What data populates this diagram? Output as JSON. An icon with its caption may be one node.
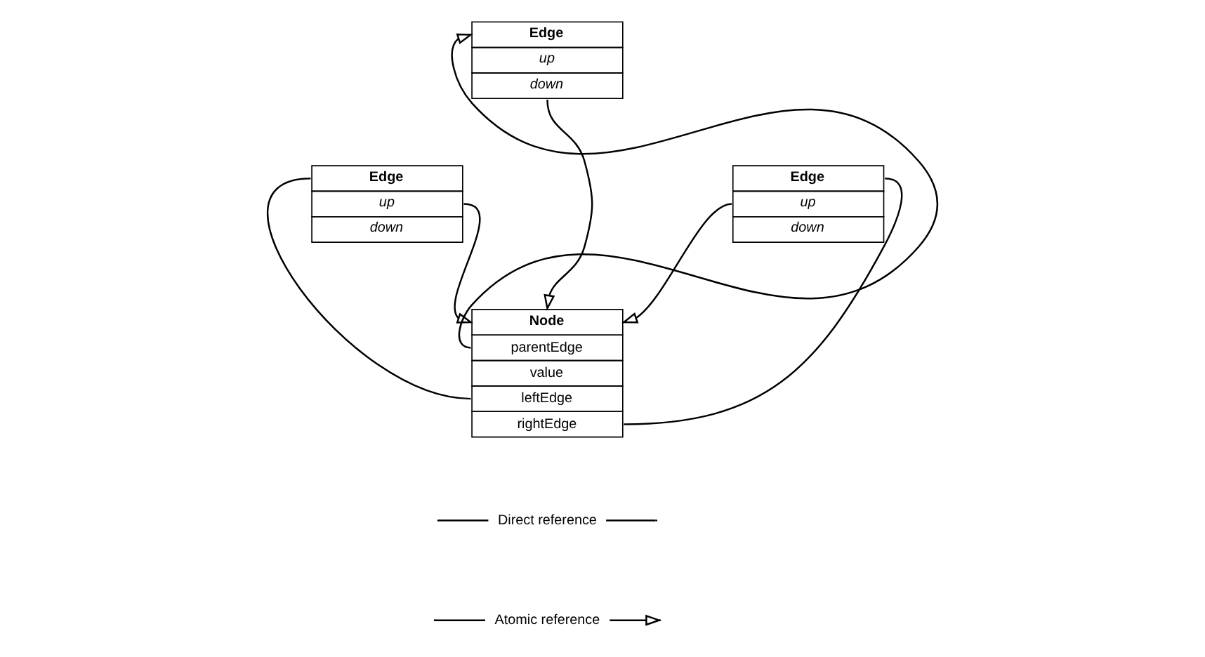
{
  "diagram": {
    "nodes": [
      {
        "text": [
          "Edge",
          "up",
          "down"
        ]
      },
      {
        "text": [
          "Edge",
          "up",
          "down"
        ]
      },
      {
        "text": [
          "Node",
          "parentEdge",
          "value",
          "leftEdge",
          "rightEdge"
        ]
      },
      {
        "text": [
          "Edge",
          "up",
          "down"
        ]
      }
    ],
    "edges": [
      {
        "from": 0,
        "to": 2,
        "arrow": "to"
      },
      {
        "from": 2,
        "to": 0,
        "arrow": "to"
      },
      {
        "from": 1,
        "to": 2,
        "arrow": "to"
      },
      {
        "from": 3,
        "to": 2,
        "arrow": "to"
      },
      {
        "from": 2,
        "to": 1,
        "arrow": "none"
      },
      {
        "from": 2,
        "to": 3,
        "arrow": "none"
      }
    ],
    "legend": [
      {
        "text": "Direct reference"
      },
      {
        "text": "Atomic reference"
      }
    ]
  }
}
